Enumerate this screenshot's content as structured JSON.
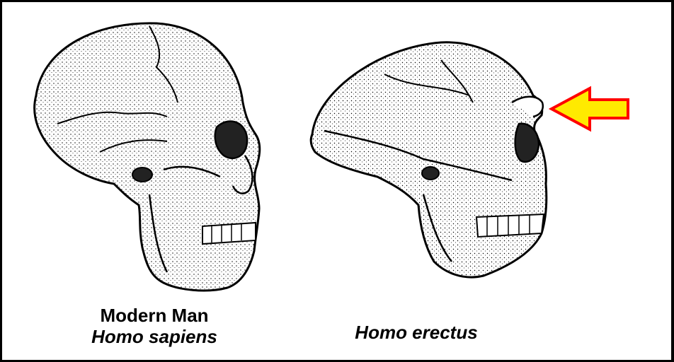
{
  "figure": {
    "left": {
      "common_name": "Modern Man",
      "species": "Homo sapiens"
    },
    "right": {
      "species": "Homo erectus"
    }
  },
  "colors": {
    "line": "#000000",
    "arrow_fill": "#ffea00",
    "arrow_stroke": "#ff0000",
    "background": "#ffffff"
  },
  "icons": {
    "pointer": "arrow-left-icon"
  }
}
